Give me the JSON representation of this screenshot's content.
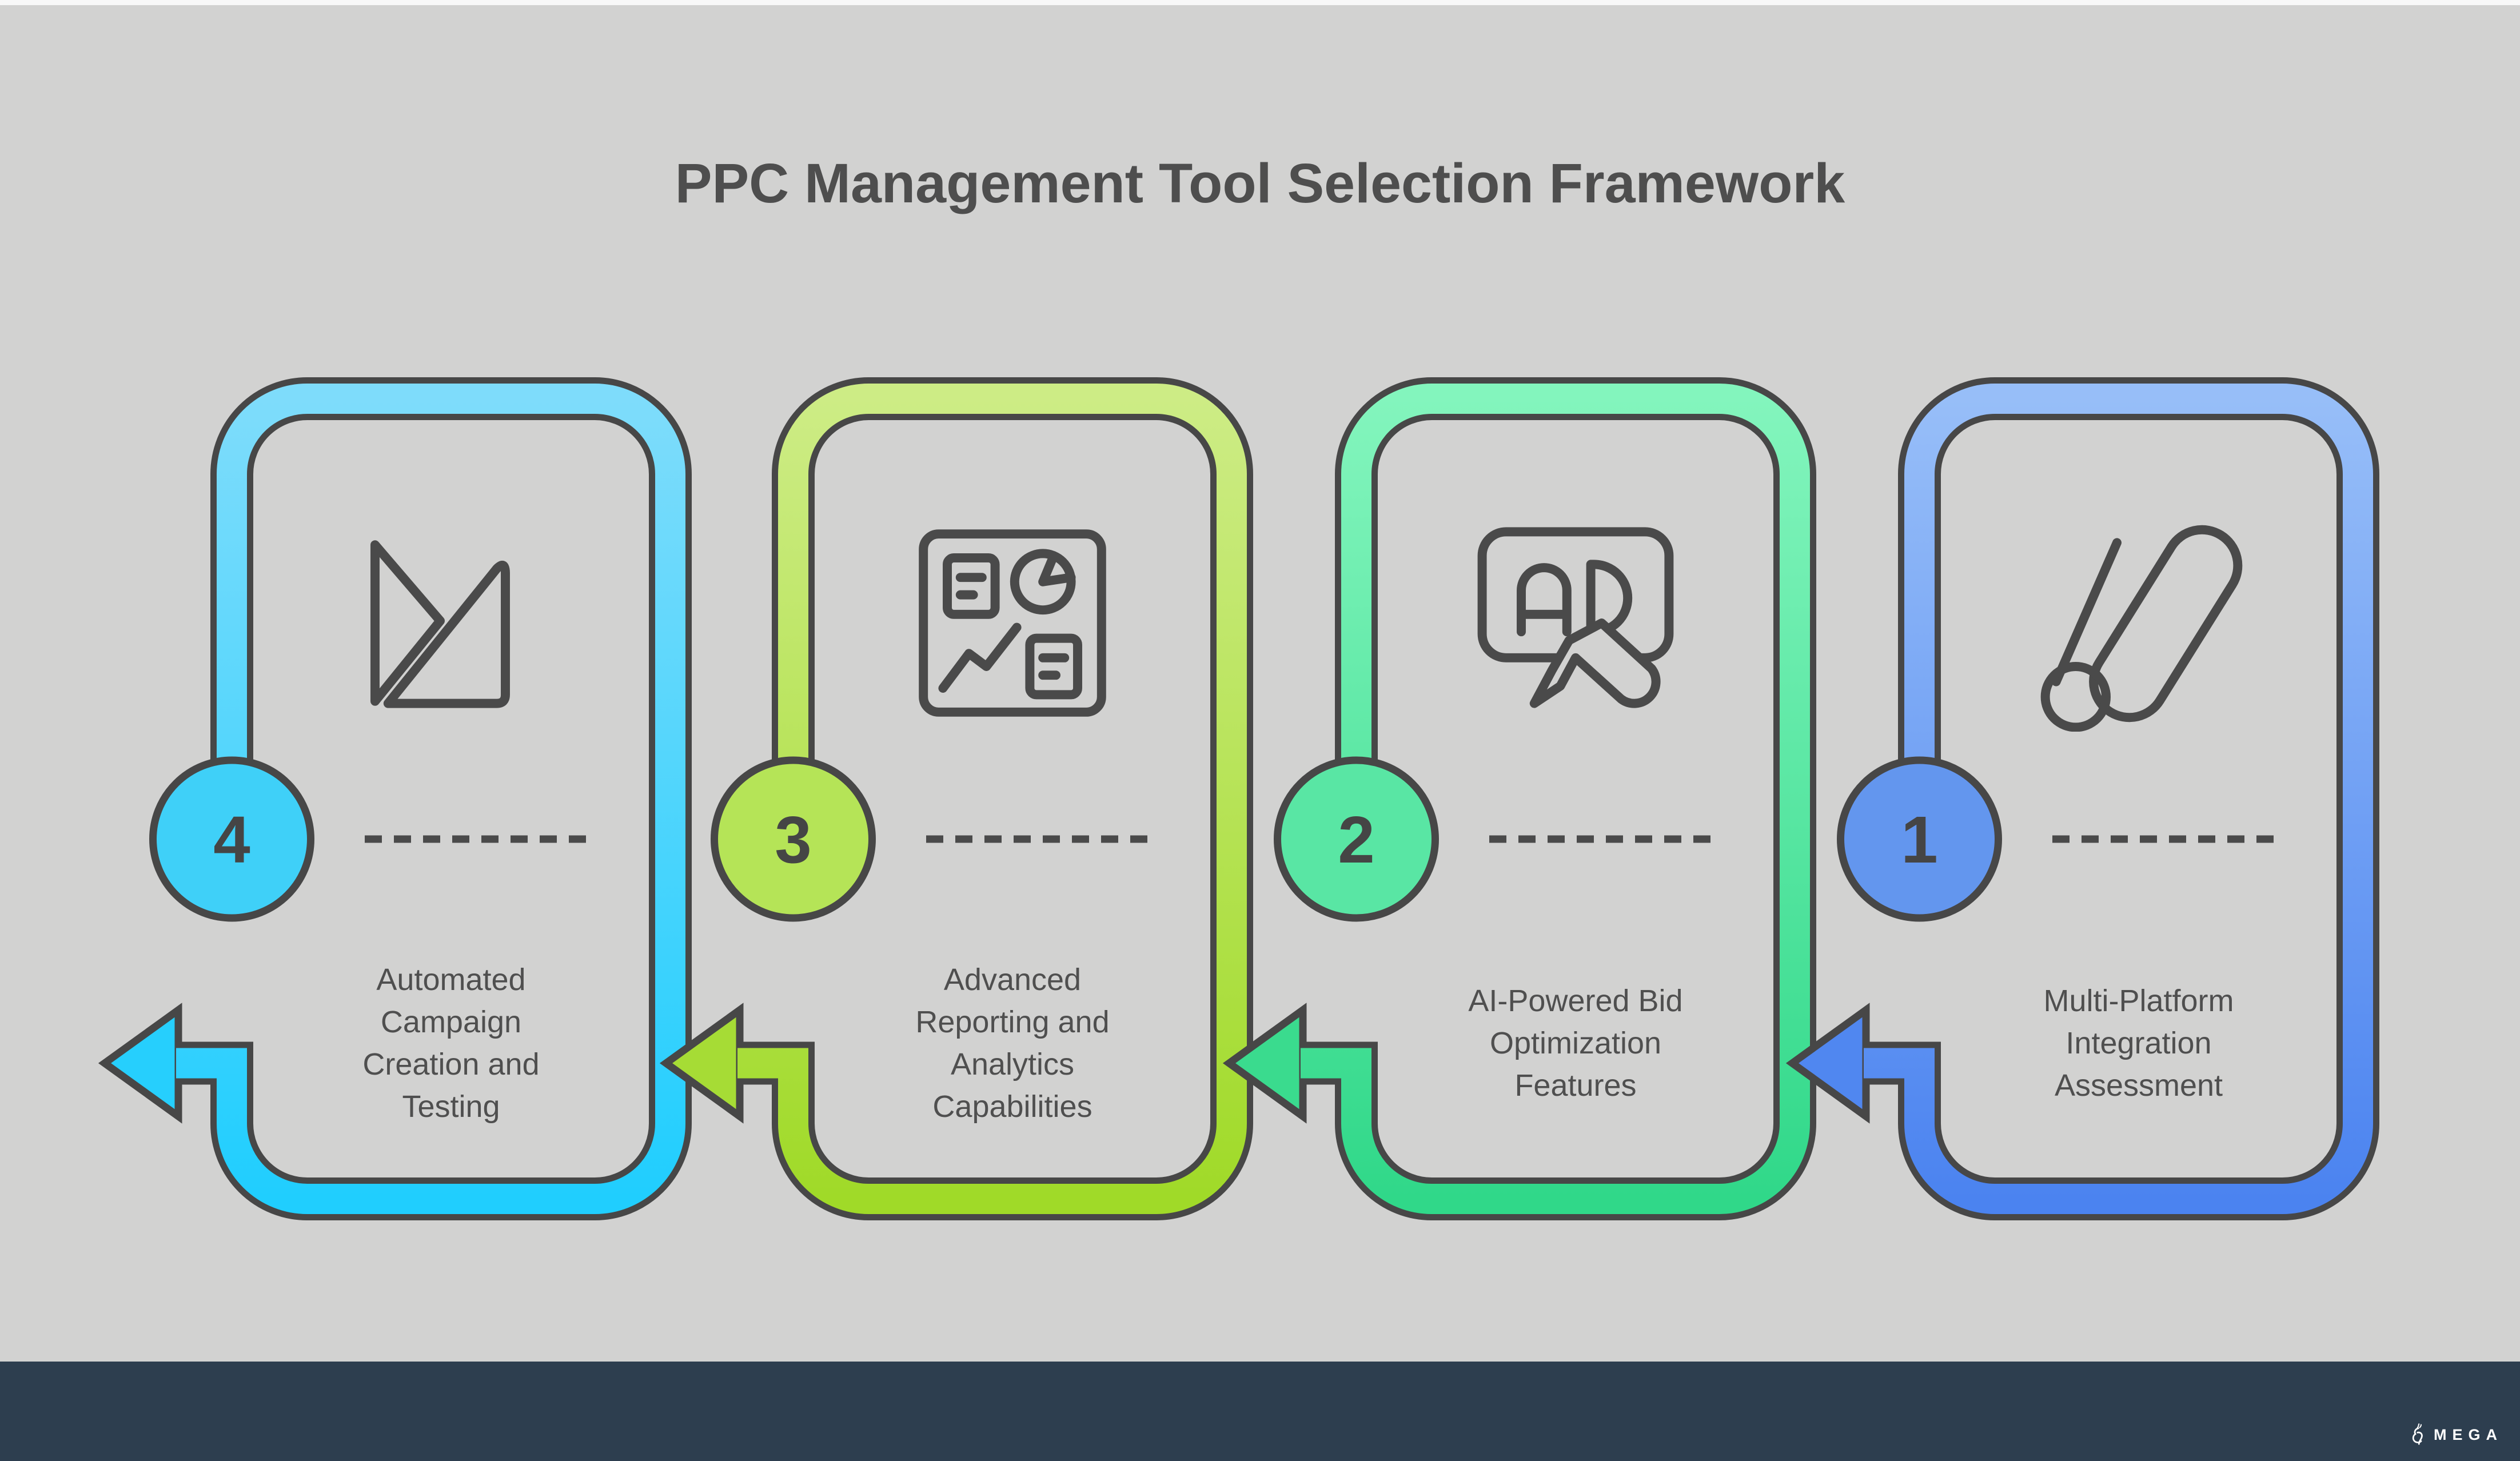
{
  "page": {
    "title": "PPC Management Tool Selection Framework",
    "background": "#D2D2D1",
    "top_strip_color": "#F8F8F8",
    "outline_color": "#474747",
    "text_color": "#4F4F4F",
    "divider_style": "dashed"
  },
  "steps": [
    {
      "number": "4",
      "label": "Automated Campaign Creation and Testing",
      "icon": "campaign-testing-icon",
      "colors": {
        "gradient_top": "#7EDCFB",
        "gradient_bottom": "#20CEFE",
        "circle": "#3FD0F8",
        "arrow": "#26CFFD"
      }
    },
    {
      "number": "3",
      "label": "Advanced Reporting and Analytics Capabilities",
      "icon": "analytics-dashboard-icon",
      "colors": {
        "gradient_top": "#CDEC85",
        "gradient_bottom": "#A0DA28",
        "circle": "#B5E457",
        "arrow": "#A6DC35"
      }
    },
    {
      "number": "2",
      "label": "AI-Powered Bid Optimization Features",
      "icon": "ad-optimization-icon",
      "colors": {
        "gradient_top": "#83F5BD",
        "gradient_bottom": "#30D889",
        "circle": "#59E6A4",
        "arrow": "#3ADB8E"
      }
    },
    {
      "number": "1",
      "label": "Multi-Platform Integration Assessment",
      "icon": "google-ads-icon",
      "colors": {
        "gradient_top": "#97BEF8",
        "gradient_bottom": "#4B83F0",
        "circle": "#6396EE",
        "arrow": "#5087F0"
      }
    }
  ],
  "footer": {
    "brand": "MEGA",
    "background": "#2D3E4F",
    "logo_icon": "mega-logo-icon",
    "text_color": "#FFFFFF"
  }
}
